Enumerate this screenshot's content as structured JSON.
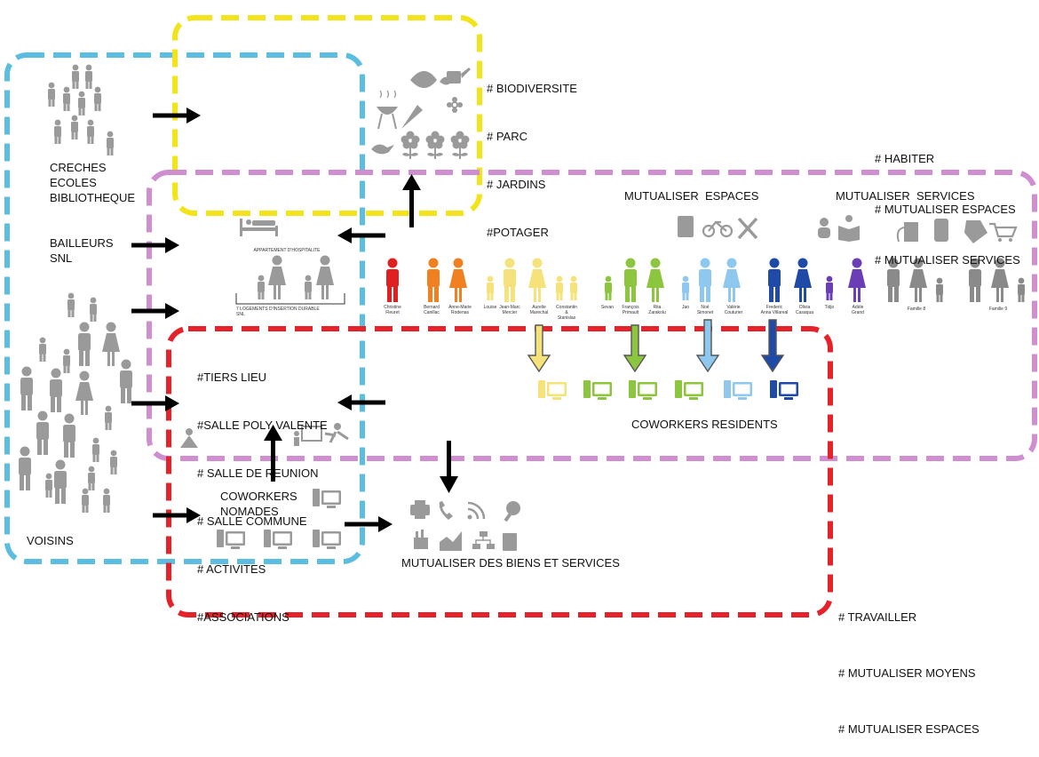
{
  "tags_nature": [
    "# BIODIVERSITE",
    "# PARC",
    "# JARDINS",
    "#POTAGER"
  ],
  "tags_habiter": [
    "# HABITER",
    "# MUTUALISER ESPACES",
    "# MUTUALISER SERVICES"
  ],
  "tags_travailler": [
    "# TRAVAILLER",
    "# MUTUALISER MOYENS",
    "# MUTUALISER ESPACES"
  ],
  "tags_tiers_lieu": [
    "#TIERS LIEU",
    "#SALLE POLY VALENTE",
    "# SALLE DE REUNION",
    "# SALLE COMMUNE",
    "# ACTIVITES",
    "#ASSOCIATIONS"
  ],
  "labels": {
    "creches": "CRECHES\nECOLES\nBIBLIOTHEQUE",
    "bailleurs": "BAILLEURS\nSNL",
    "voisins": "VOISINS",
    "mutualiser_espaces": "MUTUALISER  ESPACES",
    "mutualiser_services": "MUTUALISER  SERVICES",
    "coworkers_residents": "COWORKERS RESIDENTS",
    "coworkers_nomades": "COWORKERS\nNOMADES",
    "mutualiser_biens": "MUTUALISER DES BIENS ET SERVICES",
    "appartement": "APPARTEMENT D'HOSPITALITE",
    "logements": "7 LOGEMENTS D'INSERTION DURABLE\nSNL"
  },
  "residents": [
    {
      "name": "Christine\nFleuret",
      "color": "#e02020"
    },
    {
      "name": "Bernard\nCanillac",
      "color": "#f08020"
    },
    {
      "name": "Anne-Marie\nRodenas",
      "color": "#f08020"
    },
    {
      "name": "Louise",
      "color": "#f5e27a"
    },
    {
      "name": "Jean-Marc\nMercier",
      "color": "#f5e27a"
    },
    {
      "name": "Aurelie\nMarechal",
      "color": "#f5e27a"
    },
    {
      "name": "Constantin\n&\nStanislas",
      "color": "#f5e27a"
    },
    {
      "name": "Sevan",
      "color": "#8cc63f"
    },
    {
      "name": "François\nPrimault",
      "color": "#8cc63f"
    },
    {
      "name": "Rita\nZarakolu",
      "color": "#8cc63f"
    },
    {
      "name": "Jao",
      "color": "#8fc8ee"
    },
    {
      "name": "Noé\nSimonet",
      "color": "#8fc8ee"
    },
    {
      "name": "Valérie\nCouturier",
      "color": "#8fc8ee"
    },
    {
      "name": "Frederic\nAnna Villareal",
      "color": "#1f4aa8"
    },
    {
      "name": "Olivia\nCasaqua",
      "color": "#1f4aa8"
    },
    {
      "name": "Tidjo",
      "color": "#6a3fb5"
    },
    {
      "name": "Adèle\nGrand",
      "color": "#6a3fb5"
    },
    {
      "name": "Famille 8",
      "color": "#8a8a8a"
    },
    {
      "name": "Famille 9",
      "color": "#8a8a8a"
    }
  ],
  "colors": {
    "blue_zone": "#5bbde0",
    "yellow_zone": "#f2e31a",
    "purple_zone": "#cf8ecf",
    "red_zone": "#e52229",
    "icon_grey": "#9a9a9a"
  }
}
